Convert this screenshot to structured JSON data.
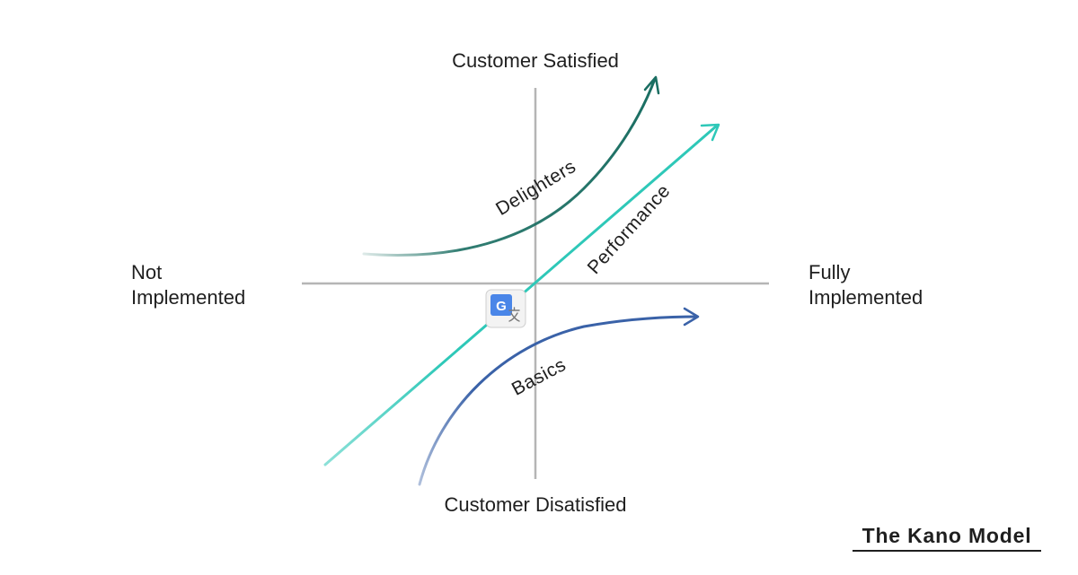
{
  "diagram": {
    "top_label": "Customer Satisfied",
    "bottom_label": "Customer Disatisfied",
    "left_label_line1": "Not",
    "left_label_line2": "Implemented",
    "right_label_line1": "Fully",
    "right_label_line2": "Implemented",
    "curves": {
      "delighters": "Delighters",
      "performance": "Performance",
      "basics": "Basics"
    },
    "model_title": "The Kano Model",
    "translate_badge_letter": "G",
    "colors": {
      "delighters": "#1a6e62",
      "performance": "#2ec8b8",
      "basics": "#3a62a8",
      "axis": "#b5b5b5",
      "text": "#1f1f1f"
    },
    "icon": "google-translate-icon"
  }
}
